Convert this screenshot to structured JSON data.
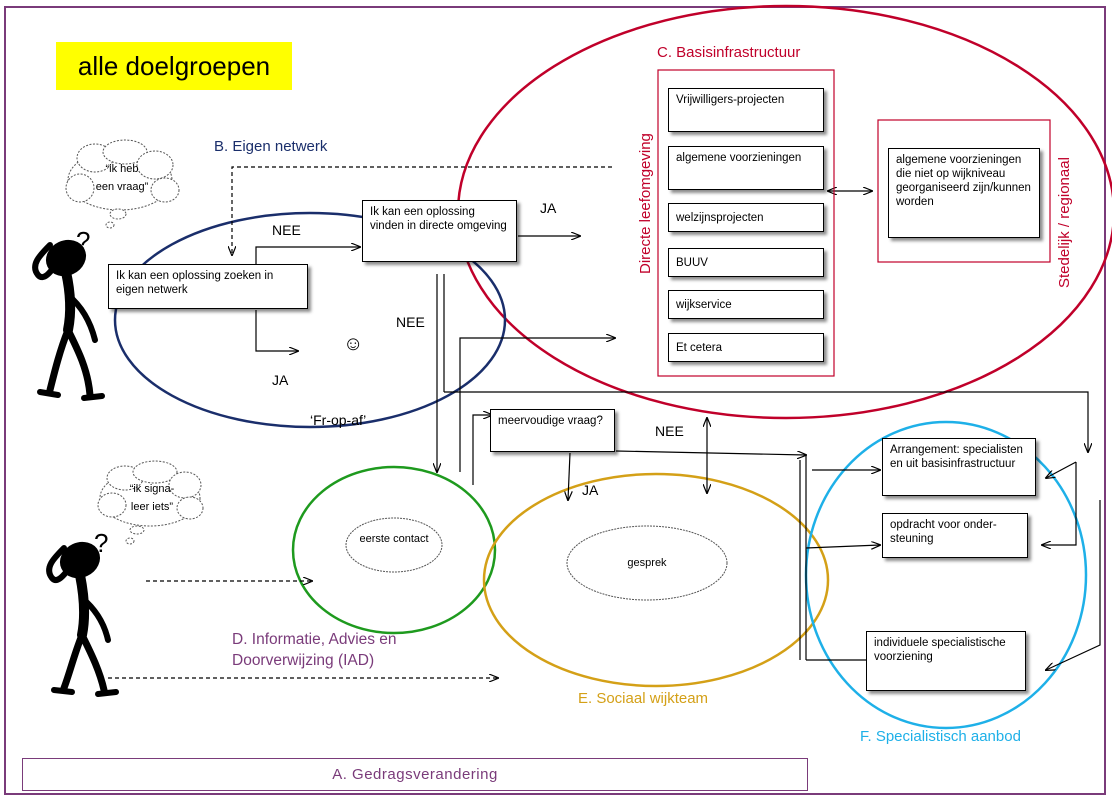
{
  "title": "alle doelgroepen",
  "sections": {
    "b_label": "B. Eigen netwerk",
    "c_label": "C. Basisinfrastructuur",
    "c_left_vertical": "Directe leefomgeving",
    "c_right_vertical": "Stedelijk / regionaal",
    "d_label_line1": "D. Informatie, Advies en",
    "d_label_line2": "Doorverwijzing (IAD)",
    "e_label": "E. Sociaal wijkteam",
    "f_label": "F. Specialistisch aanbod",
    "a_label": "A. Gedragsverandering"
  },
  "thoughts": {
    "top_line1": "“ik heb",
    "top_line2": "een vraag”",
    "bottom_line1": "“ik signa-",
    "bottom_line2": "leer iets”"
  },
  "question_mark": "?",
  "boxes": {
    "eigen_netwerk": "Ik kan een oplossing zoeken in eigen netwerk",
    "directe_omgeving": "Ik kan een oplossing vinden in directe omgeving",
    "meervoudige": "meervoudige vraag?",
    "regional": "algemene voorzieningen die niet op wijkniveau georganiseerd zijn/kunnen worden",
    "arrangement": "Arrangement: specialisten en uit basisinfrastructuur",
    "opdracht": "opdracht voor onder-steuning",
    "individuele": "individuele specialistische voorziening"
  },
  "basis_items": [
    "Vrijwilligers-projecten",
    "algemene voorzieningen",
    "welzijnsprojecten",
    "BUUV",
    "wijkservice",
    "Et cetera"
  ],
  "ovals": {
    "eerste_contact": "eerste contact",
    "gesprek": "gesprek"
  },
  "arrow_labels": {
    "nee_1": "NEE",
    "ja_1": "JA",
    "nee_2": "NEE",
    "ja_2": "JA",
    "nee_3": "NEE",
    "ja_3": "JA",
    "fr_op_af": "‘Fr-op-af’"
  },
  "smiley": "☺",
  "colors": {
    "frame": "#7a3b7a",
    "title_bg": "#ffff00",
    "eigen_netwerk": "#1a2e6b",
    "basis": "#c0002a",
    "eerste_contact": "#1e9a1e",
    "wijkteam": "#d4a017",
    "specialistisch": "#1eb0e8",
    "iad": "#7a3b7a"
  }
}
